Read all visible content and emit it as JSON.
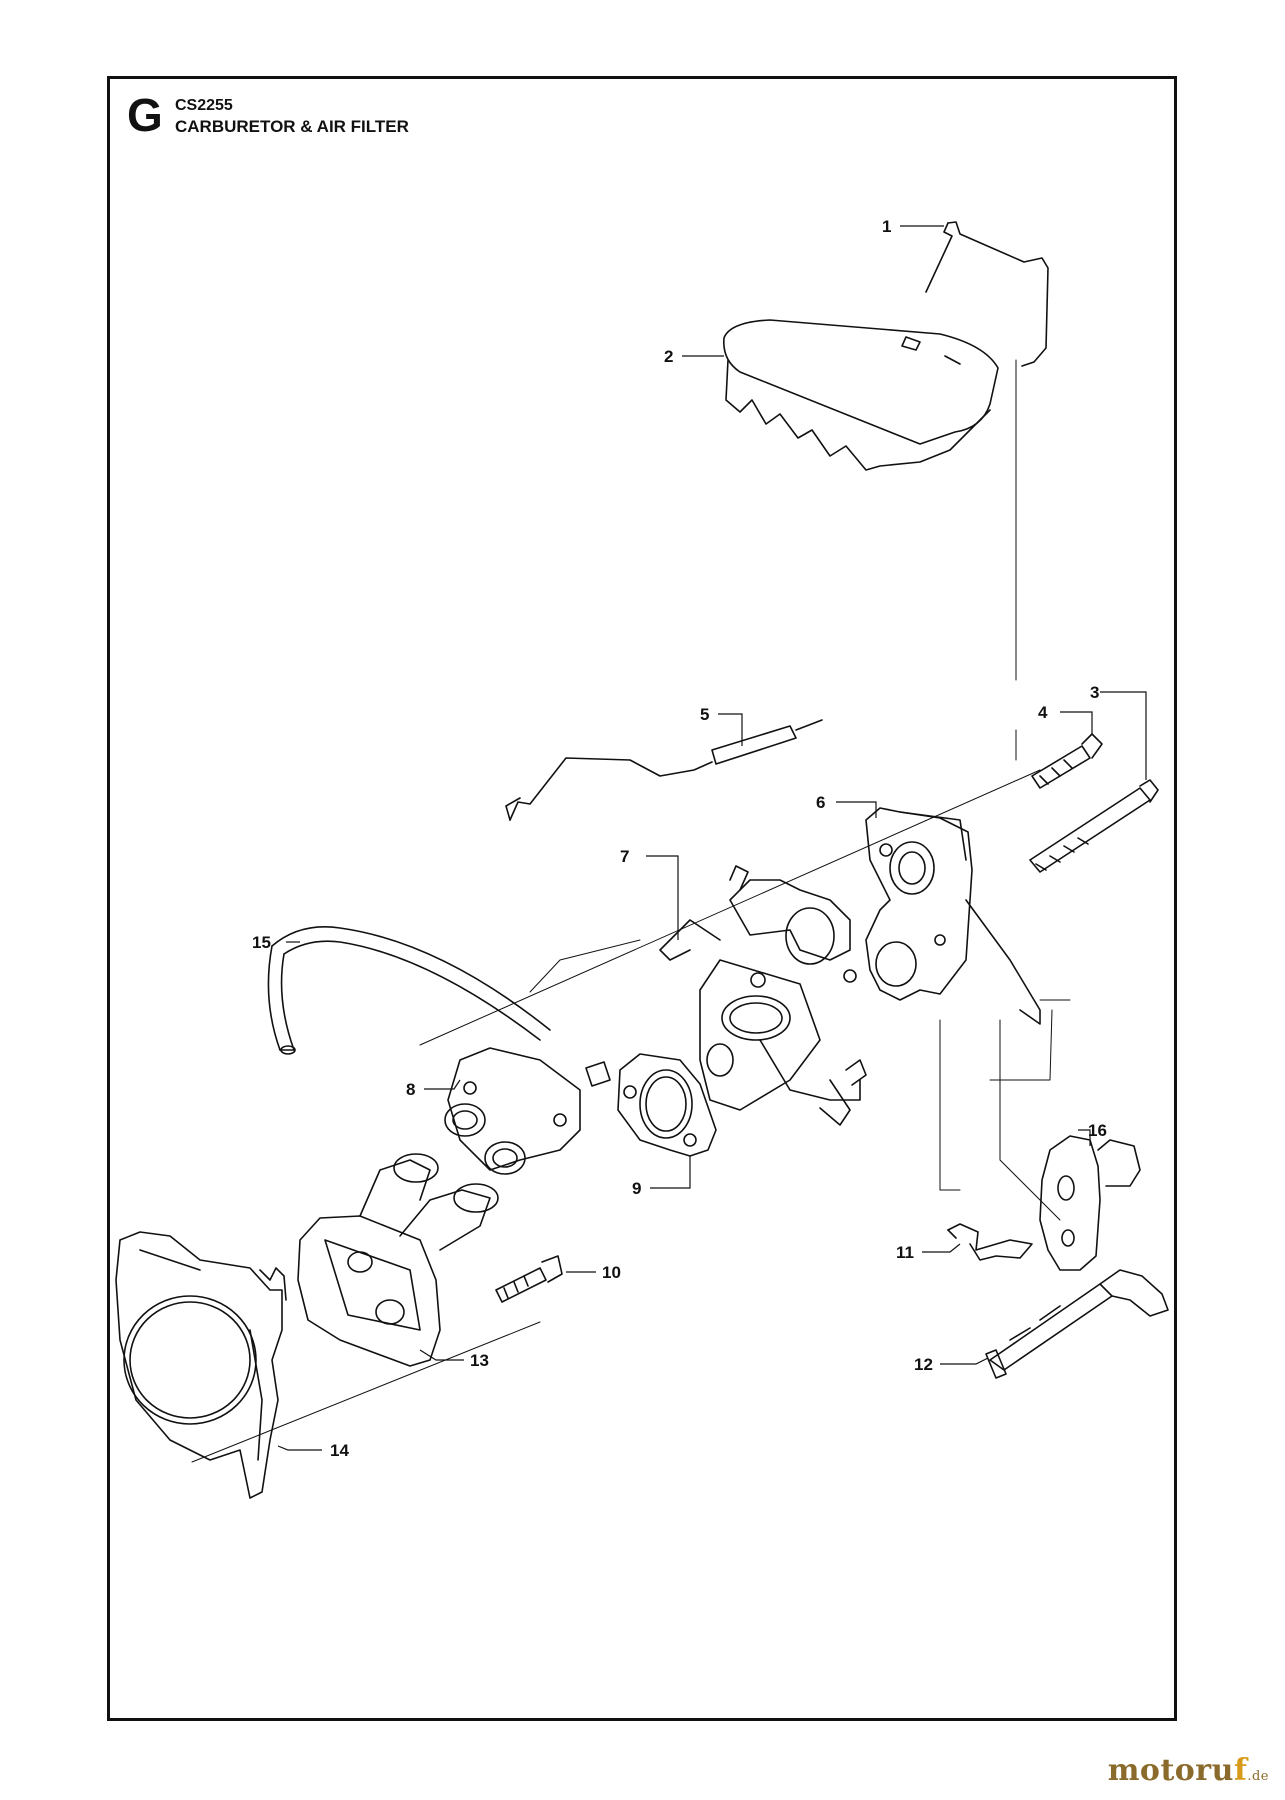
{
  "header": {
    "letter": "G",
    "model_code": "CS2255",
    "title": "CARBURETOR & AIR FILTER"
  },
  "callouts": [
    "1",
    "2",
    "3",
    "4",
    "5",
    "6",
    "7",
    "8",
    "9",
    "10",
    "11",
    "12",
    "13",
    "14",
    "15",
    "16"
  ],
  "watermark": {
    "brand_main": "motoru",
    "brand_f": "f",
    "brand_tld": ".de"
  }
}
